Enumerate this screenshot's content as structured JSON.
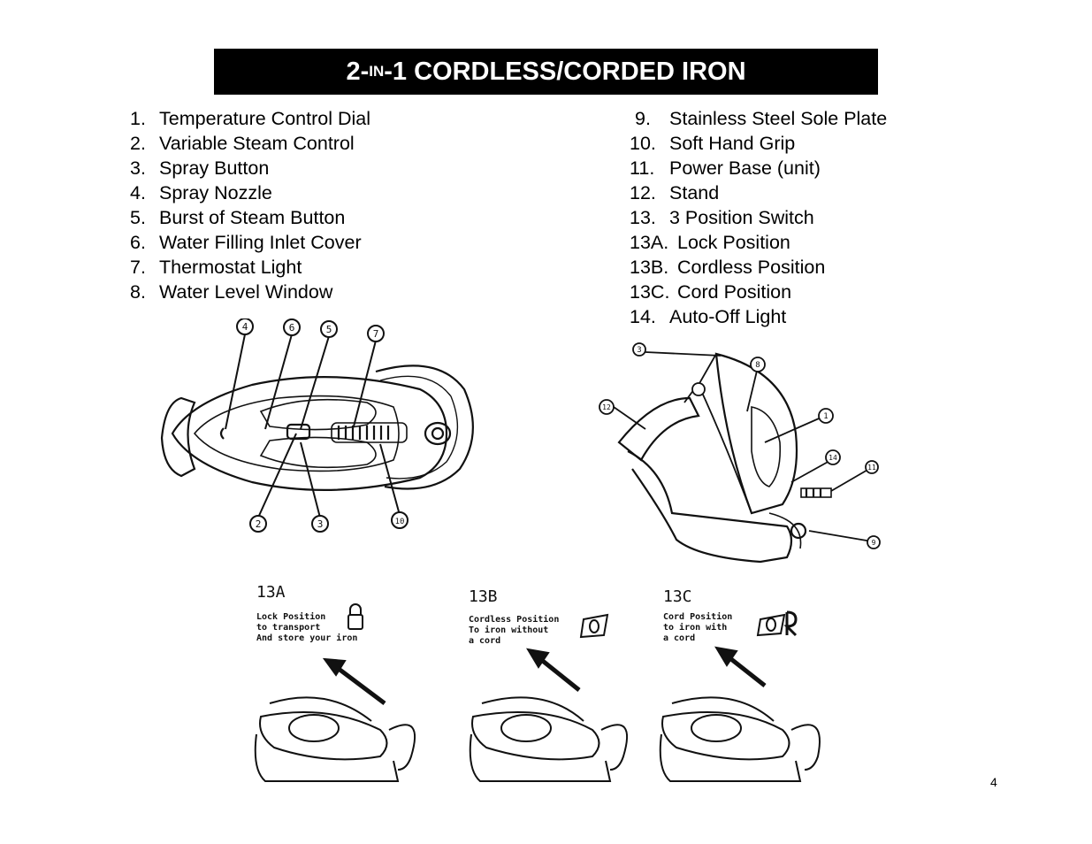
{
  "title": {
    "prefix": "2-",
    "small": "IN",
    "suffix": "-1 CORDLESS/CORDED IRON"
  },
  "parts_left": [
    {
      "num": "1.",
      "label": "Temperature Control Dial"
    },
    {
      "num": "2.",
      "label": "Variable Steam Control"
    },
    {
      "num": "3.",
      "label": "Spray Button"
    },
    {
      "num": "4.",
      "label": "Spray Nozzle"
    },
    {
      "num": "5.",
      "label": "Burst of Steam Button"
    },
    {
      "num": "6.",
      "label": "Water Filling Inlet Cover"
    },
    {
      "num": "7.",
      "label": "Thermostat Light"
    },
    {
      "num": "8.",
      "label": "Water Level Window"
    }
  ],
  "parts_right": [
    {
      "num": "9.",
      "label": "Stainless Steel Sole Plate"
    },
    {
      "num": "10.",
      "label": "Soft Hand Grip"
    },
    {
      "num": "11.",
      "label": "Power Base (unit)"
    },
    {
      "num": "12.",
      "label": "Stand"
    },
    {
      "num": "13.",
      "label": "3 Position Switch"
    },
    {
      "num": "13A.",
      "label": "Lock Position"
    },
    {
      "num": "13B.",
      "label": "Cordless Position"
    },
    {
      "num": "13C.",
      "label": "Cord Position"
    },
    {
      "num": "14.",
      "label": "Auto-Off Light"
    }
  ],
  "top_view_callouts": [
    "4",
    "6",
    "5",
    "7",
    "2",
    "3",
    "10"
  ],
  "side_view_callouts": [
    "3",
    "8",
    "12",
    "1",
    "14",
    "11",
    "9"
  ],
  "positions": [
    {
      "code": "13A",
      "line1": "Lock Position",
      "line2": "to transport",
      "line3": "And store your iron"
    },
    {
      "code": "13B",
      "line1": "Cordless Position",
      "line2": "To iron without",
      "line3": "a cord"
    },
    {
      "code": "13C",
      "line1": "Cord Position",
      "line2": "to iron with",
      "line3": "a cord"
    }
  ],
  "page_number": "4"
}
